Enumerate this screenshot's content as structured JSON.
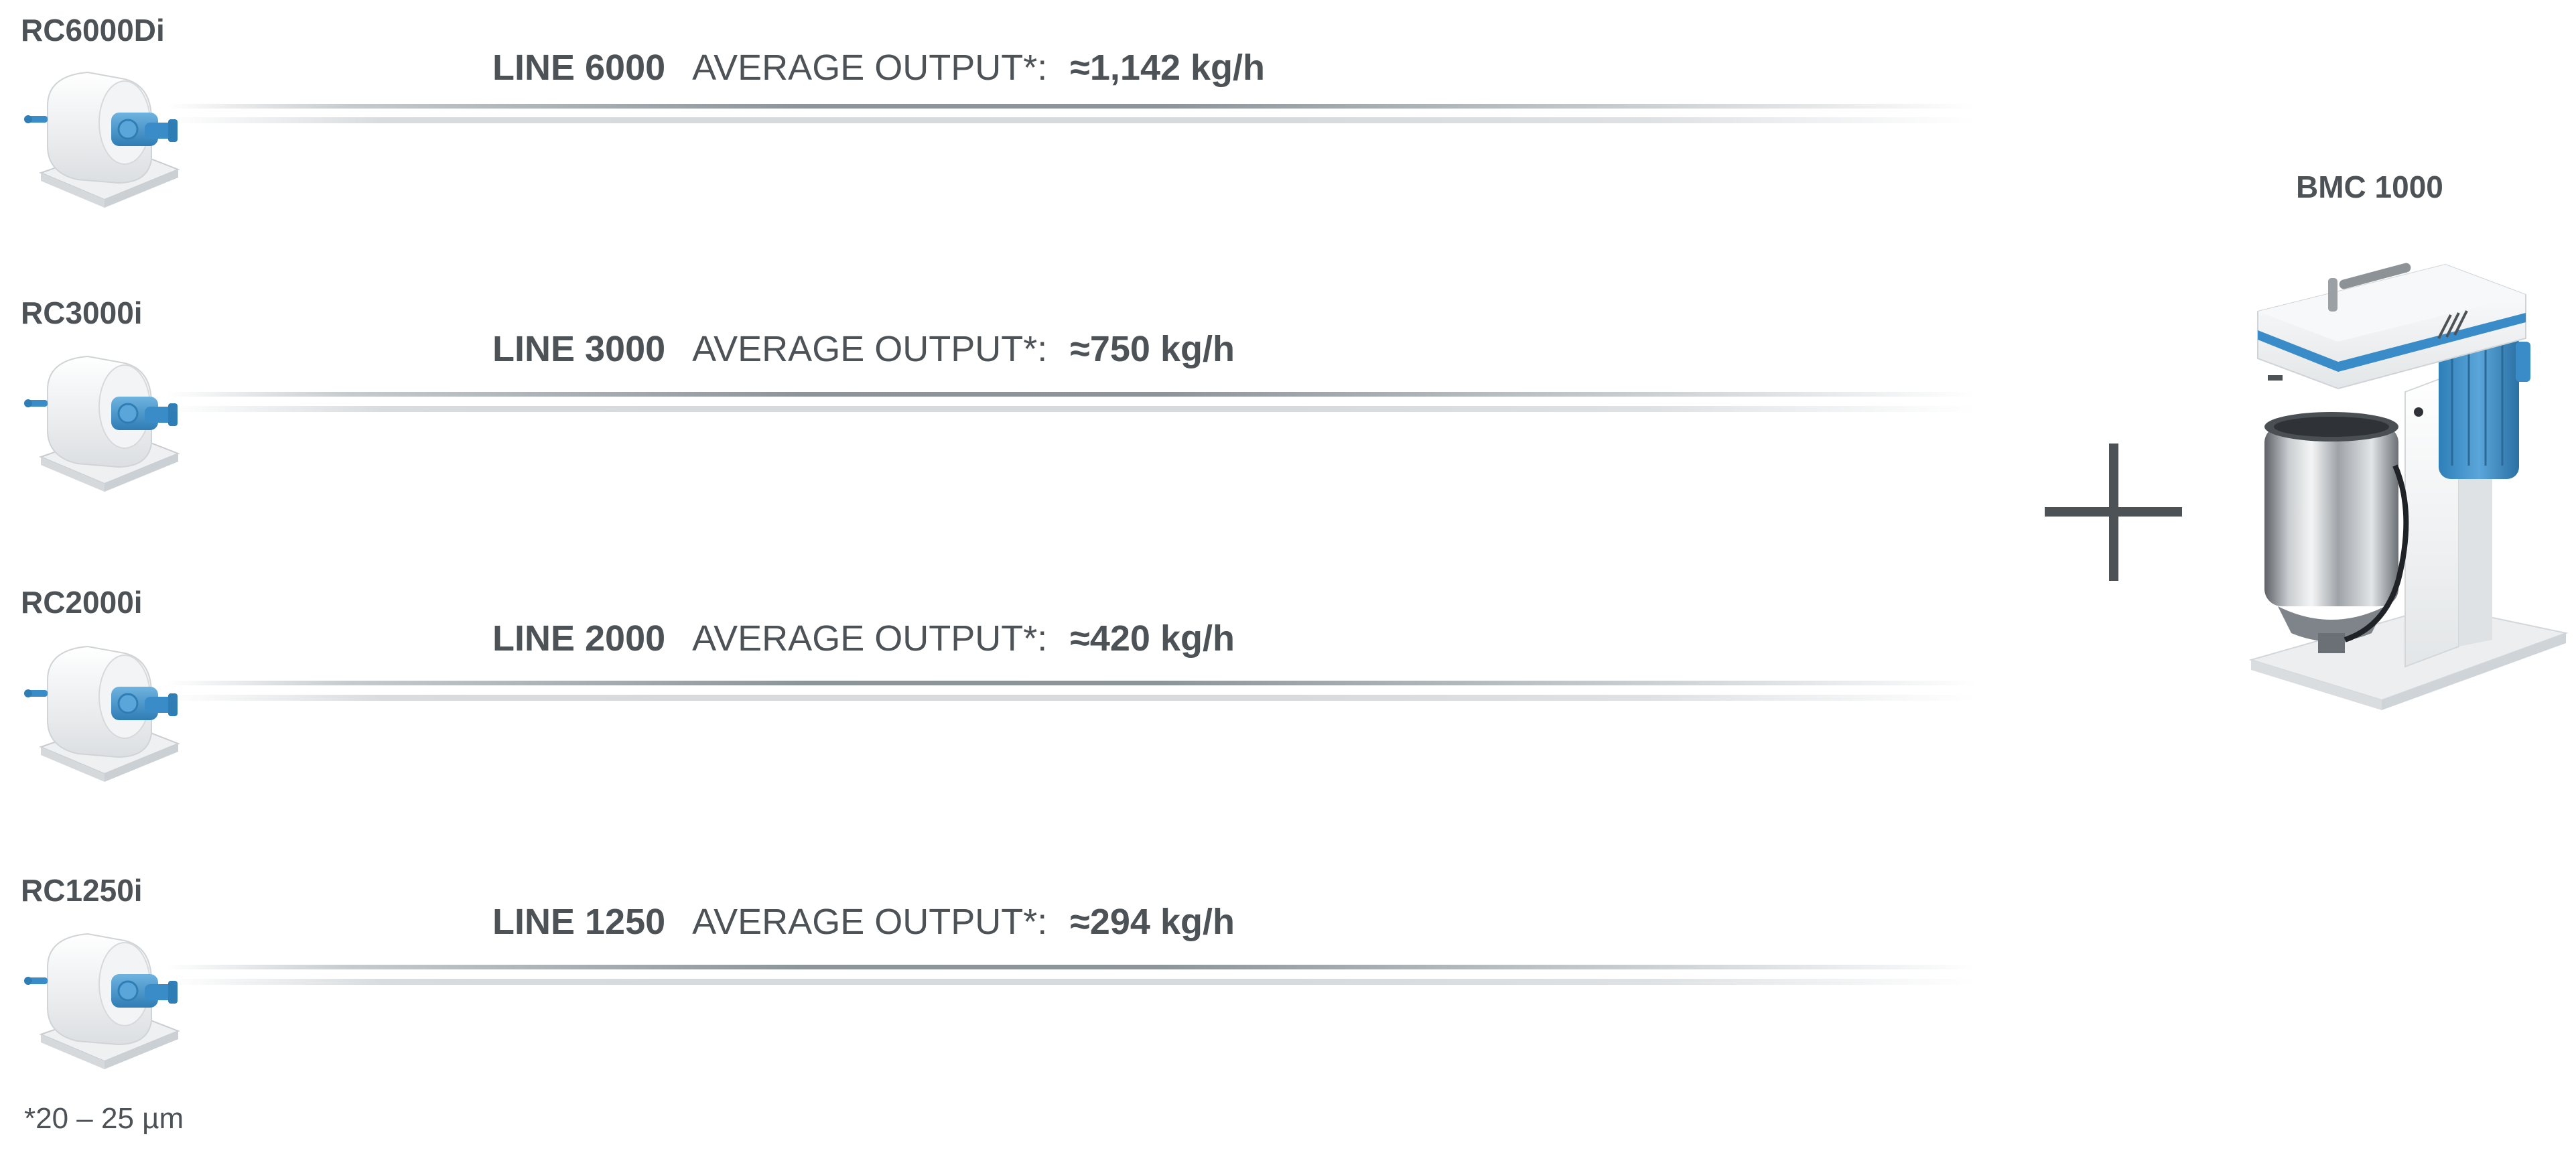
{
  "lines": [
    {
      "machine": "RC6000Di",
      "line": "LINE 6000",
      "output_label": "AVERAGE OUTPUT*:",
      "output_value": "≈1,142 kg/h"
    },
    {
      "machine": "RC3000i",
      "line": "LINE 3000",
      "output_label": "AVERAGE OUTPUT*:",
      "output_value": "≈750 kg/h"
    },
    {
      "machine": "RC2000i",
      "line": "LINE 2000",
      "output_label": "AVERAGE OUTPUT*:",
      "output_value": "≈420 kg/h"
    },
    {
      "machine": "RC1250i",
      "line": "LINE 1250",
      "output_label": "AVERAGE OUTPUT*:",
      "output_value": "≈294 kg/h"
    }
  ],
  "footnote": "*20 – 25 µm",
  "combined_with": {
    "symbol": "plus-icon",
    "machine": "BMC 1000"
  },
  "colors": {
    "text": "#4d5257",
    "machine_blue": "#3a8cc8",
    "machine_white": "#eef0f1",
    "streak": "#8a949a"
  }
}
